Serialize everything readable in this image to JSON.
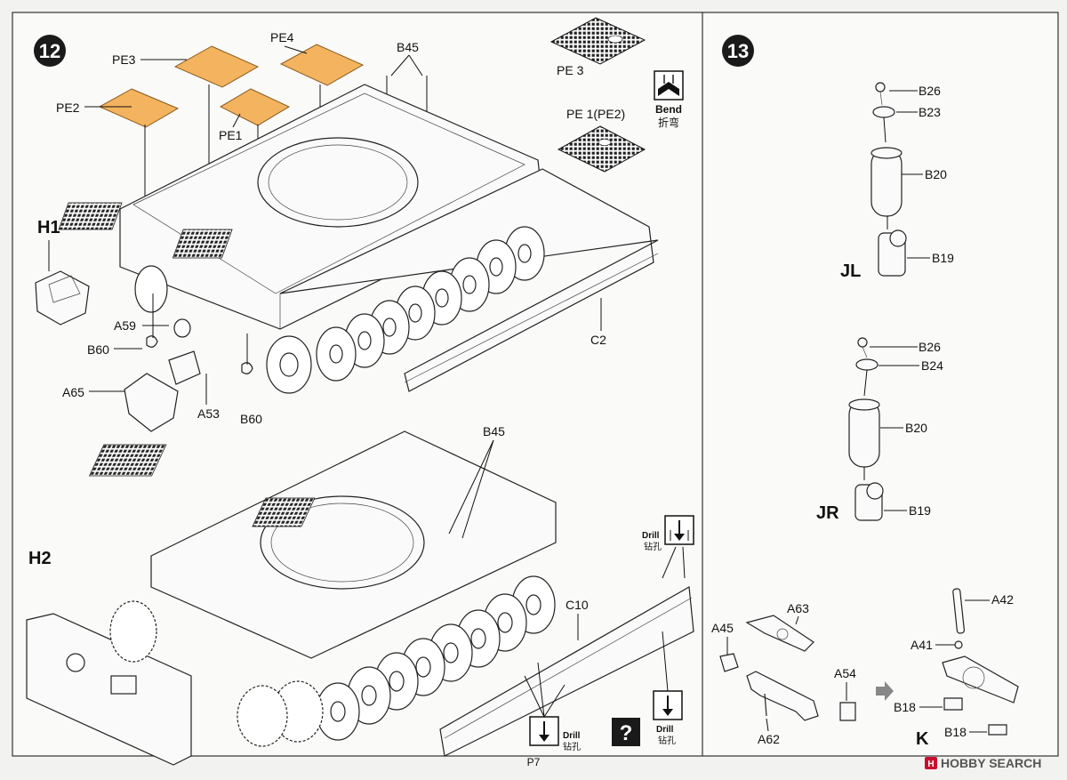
{
  "page": {
    "page_number": "P7"
  },
  "watermark": {
    "text": "HOBBY SEARCH"
  },
  "step12": {
    "number": "12",
    "subassemblies": [
      "H1",
      "H2"
    ],
    "parts": [
      "PE2",
      "PE3",
      "PE4",
      "PE1",
      "B45",
      "A59",
      "B60",
      "A65",
      "A53",
      "B60",
      "C2",
      "B45",
      "C10"
    ],
    "inset_pe3": "PE 3",
    "inset_pe1": "PE 1(PE2)",
    "bend_en": "Bend",
    "bend_cn": "折弯",
    "drill_en": "Drill",
    "drill_cn": "钻孔",
    "question_mark": "?"
  },
  "step13": {
    "number": "13",
    "jl": {
      "label": "JL",
      "parts": [
        "B26",
        "B23",
        "B20",
        "B19"
      ]
    },
    "jr": {
      "label": "JR",
      "parts": [
        "B26",
        "B24",
        "B20",
        "B19"
      ]
    },
    "k": {
      "label": "K",
      "parts": [
        "A63",
        "A45",
        "A54",
        "A62",
        "A42",
        "A41",
        "B18",
        "B18"
      ]
    }
  },
  "colors": {
    "pe_brass": "#f4b35e",
    "badge": "#1a1a1a",
    "watermark_red": "#c8102e"
  }
}
